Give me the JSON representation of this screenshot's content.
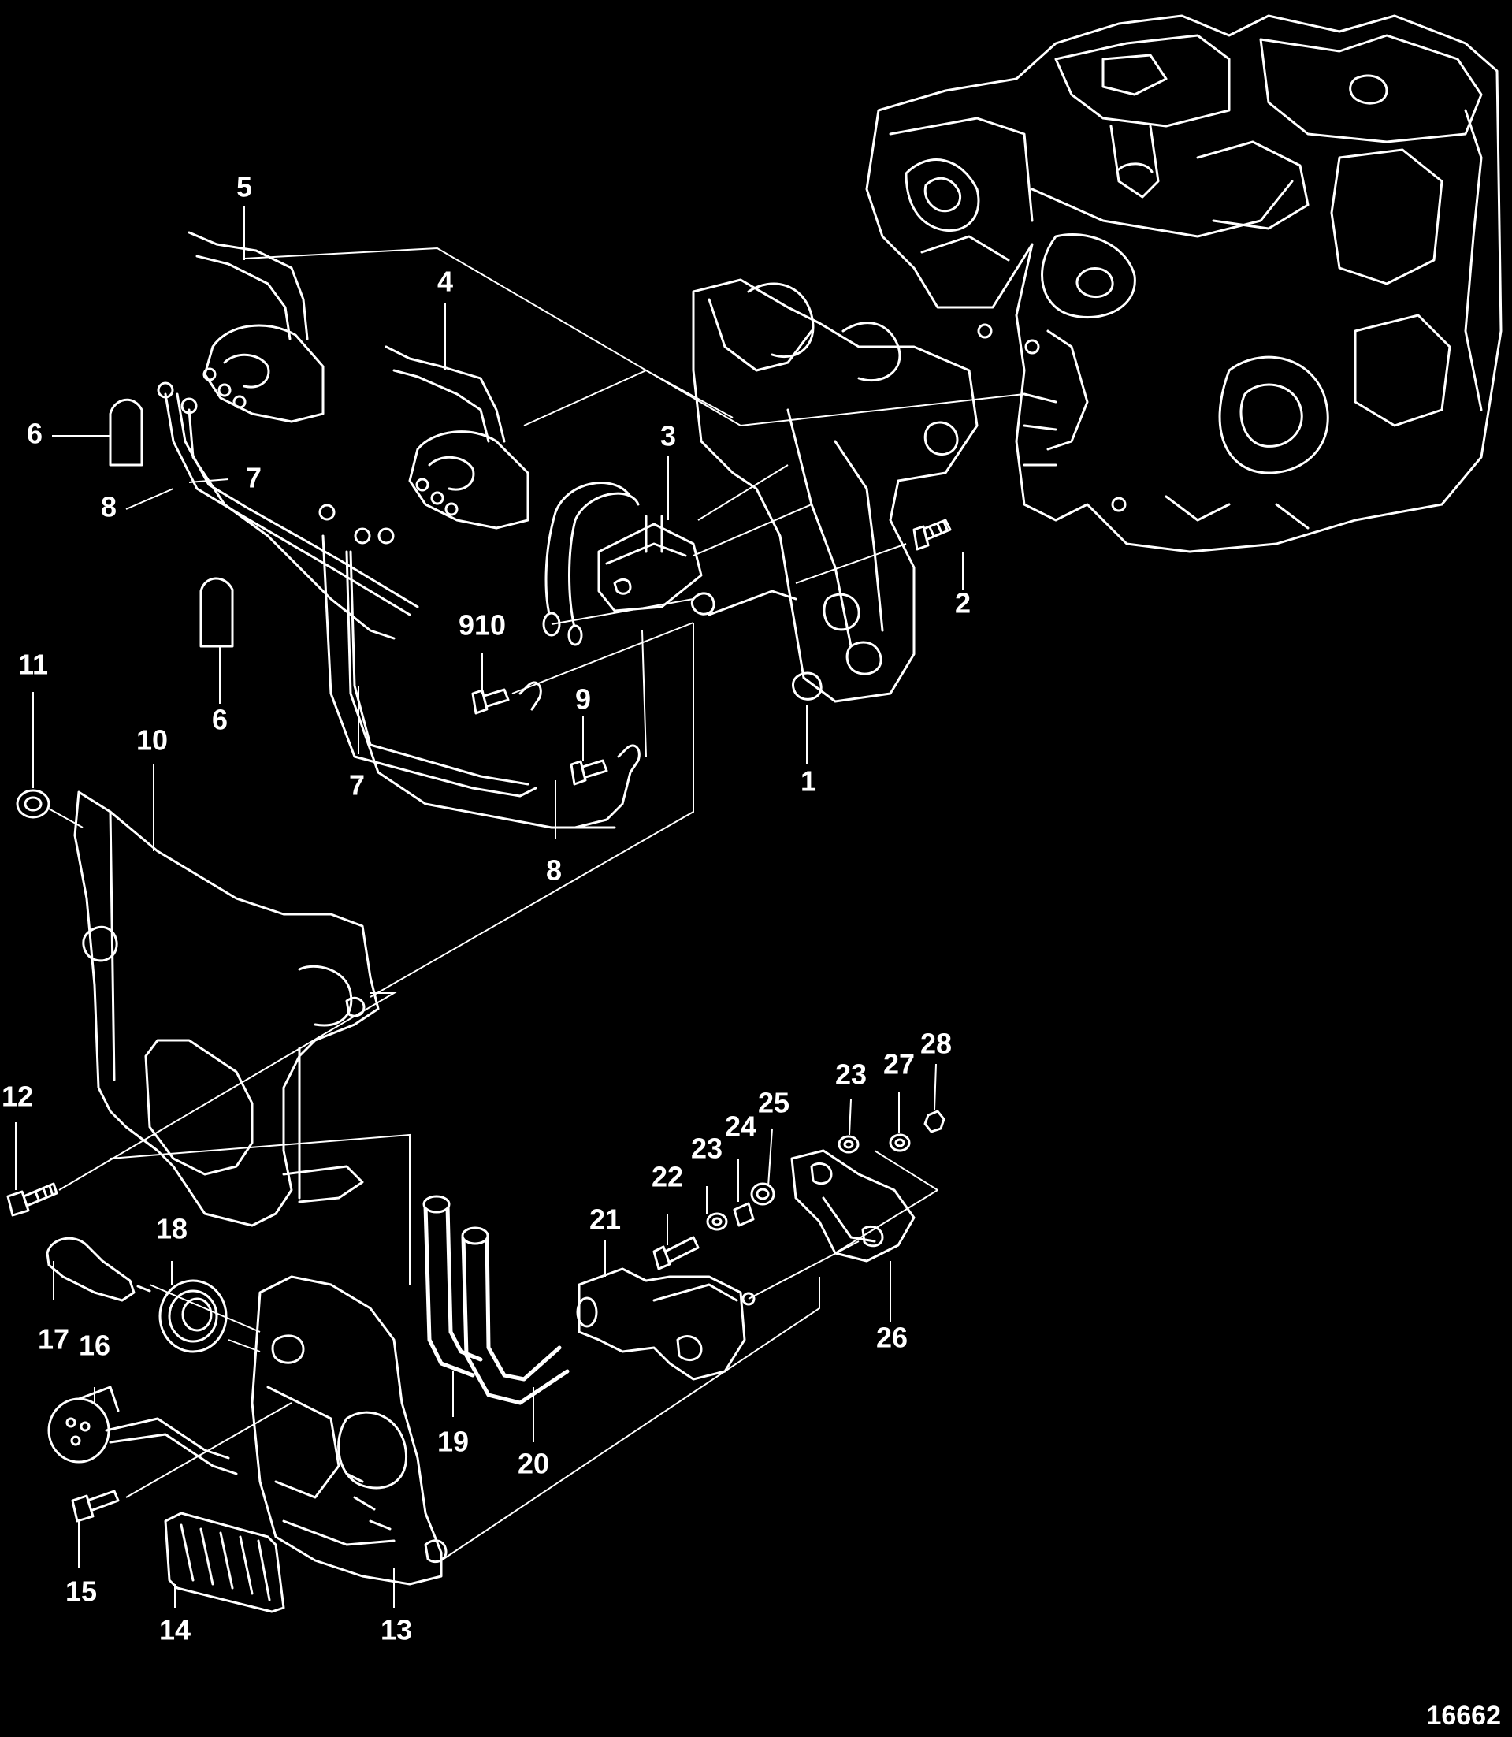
{
  "diagram": {
    "figure_number": "16662",
    "callouts": [
      {
        "id": "1",
        "label": "1"
      },
      {
        "id": "2",
        "label": "2"
      },
      {
        "id": "3",
        "label": "3"
      },
      {
        "id": "4",
        "label": "4"
      },
      {
        "id": "5",
        "label": "5"
      },
      {
        "id": "6a",
        "label": "6"
      },
      {
        "id": "6b",
        "label": "6"
      },
      {
        "id": "7a",
        "label": "7"
      },
      {
        "id": "7b",
        "label": "7"
      },
      {
        "id": "8a",
        "label": "8"
      },
      {
        "id": "8b",
        "label": "8"
      },
      {
        "id": "910",
        "label": "910"
      },
      {
        "id": "9",
        "label": "9"
      },
      {
        "id": "10",
        "label": "10"
      },
      {
        "id": "11",
        "label": "11"
      },
      {
        "id": "12",
        "label": "12"
      },
      {
        "id": "13",
        "label": "13"
      },
      {
        "id": "14",
        "label": "14"
      },
      {
        "id": "15",
        "label": "15"
      },
      {
        "id": "16",
        "label": "16"
      },
      {
        "id": "17",
        "label": "17"
      },
      {
        "id": "18",
        "label": "18"
      },
      {
        "id": "19",
        "label": "19"
      },
      {
        "id": "20",
        "label": "20"
      },
      {
        "id": "21",
        "label": "21"
      },
      {
        "id": "22",
        "label": "22"
      },
      {
        "id": "23a",
        "label": "23"
      },
      {
        "id": "23b",
        "label": "23"
      },
      {
        "id": "24",
        "label": "24"
      },
      {
        "id": "25",
        "label": "25"
      },
      {
        "id": "26",
        "label": "26"
      },
      {
        "id": "27",
        "label": "27"
      },
      {
        "id": "28",
        "label": "28"
      }
    ]
  }
}
